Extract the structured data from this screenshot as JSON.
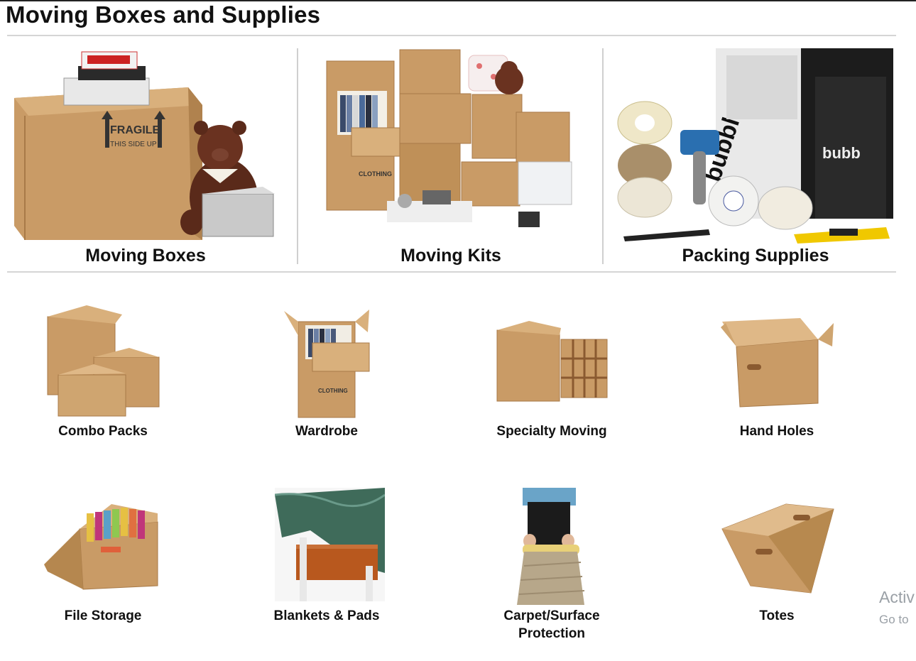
{
  "page": {
    "title": "Moving Boxes and Supplies"
  },
  "featured": [
    {
      "label": "Moving Boxes",
      "icon": "moving-boxes-photo"
    },
    {
      "label": "Moving Kits",
      "icon": "moving-kits-photo"
    },
    {
      "label": "Packing Supplies",
      "icon": "packing-supplies-photo"
    }
  ],
  "categories": [
    {
      "label": "Combo Packs",
      "icon": "combo-packs-photo"
    },
    {
      "label": "Wardrobe",
      "icon": "wardrobe-box-photo"
    },
    {
      "label": "Specialty Moving",
      "icon": "specialty-moving-photo"
    },
    {
      "label": "Hand Holes",
      "icon": "hand-holes-box-photo"
    },
    {
      "label": "File Storage",
      "icon": "file-storage-box-photo"
    },
    {
      "label": "Blankets & Pads",
      "icon": "blankets-pads-photo"
    },
    {
      "label": "Carpet/Surface Protection",
      "icon": "carpet-protection-photo"
    },
    {
      "label": "Totes",
      "icon": "totes-photo"
    }
  ],
  "overlay": {
    "activate_line1": "Activ",
    "activate_line2": "Go to"
  },
  "colors": {
    "cardboard": "#c89a64",
    "cardboard_dark": "#a87a48",
    "divider": "#d5d5d5"
  }
}
